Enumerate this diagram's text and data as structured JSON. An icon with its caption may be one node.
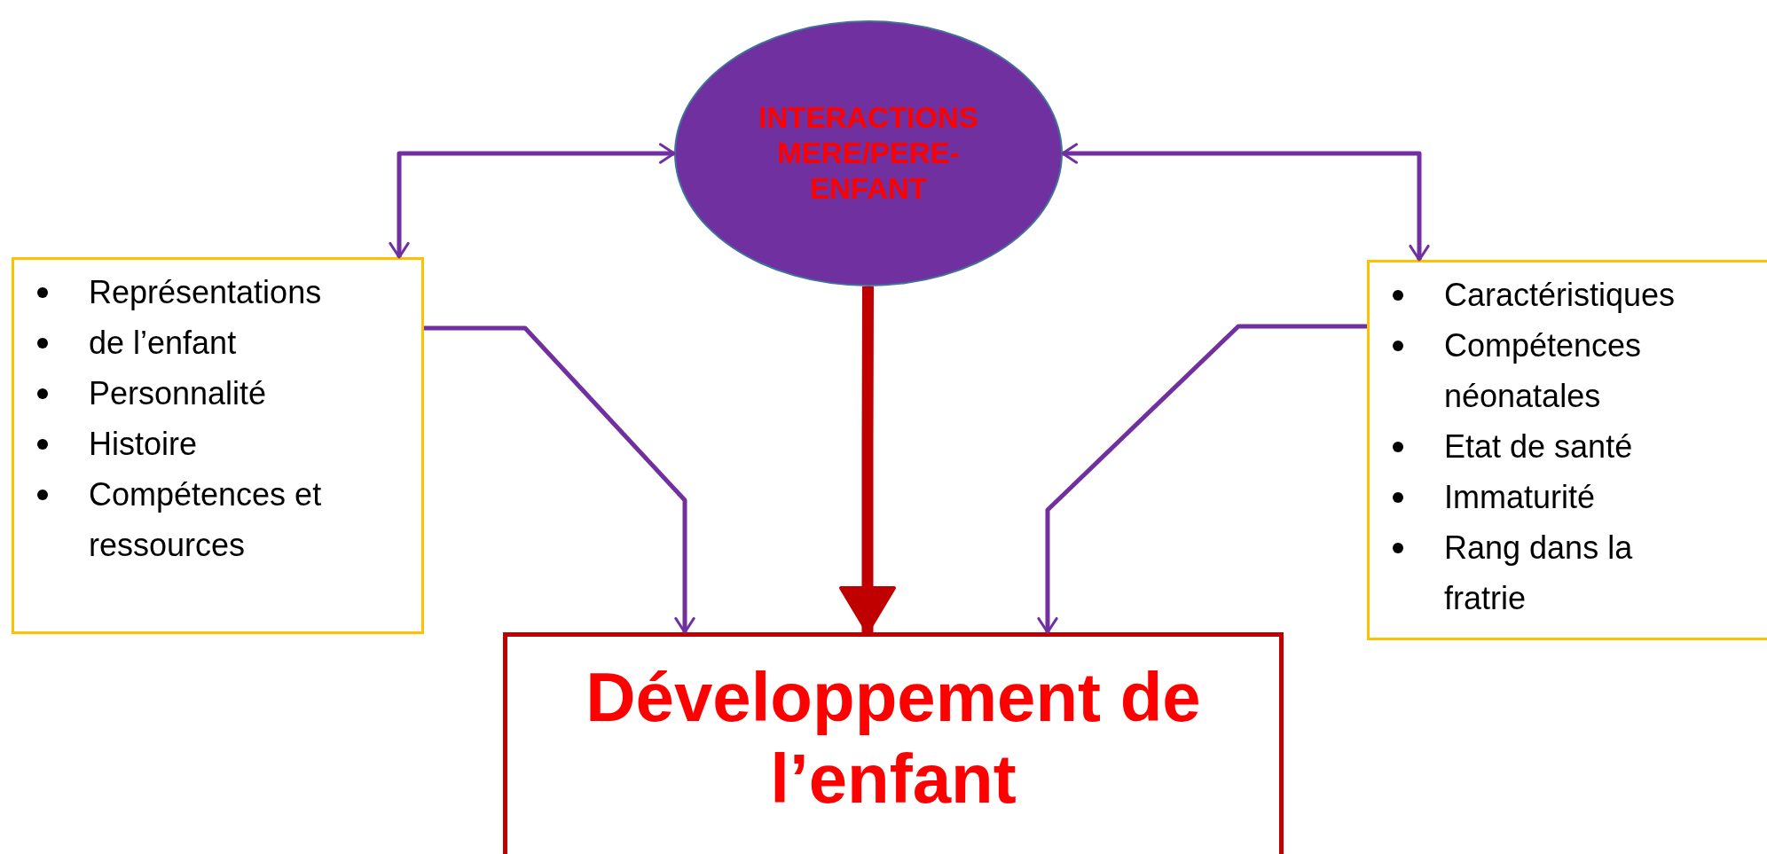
{
  "diagram": {
    "nodes": [
      {
        "text": [
          "INTERACTIONS MERE/PERE-ENFANT"
        ]
      },
      {
        "text": [
          "Représentations",
          "de l’enfant",
          "Personnalité",
          "Histoire",
          "Compétences et ressources"
        ]
      },
      {
        "text": [
          "Caractéristiques",
          "Compétences néonatales",
          "Etat de santé",
          "Immaturité",
          "Rang dans la fratrie"
        ]
      },
      {
        "text": [
          "Développement de l’enfant"
        ]
      }
    ],
    "edges": [
      {
        "from": 1,
        "to": 0,
        "arrow": "both"
      },
      {
        "from": 0,
        "to": 2,
        "arrow": "both"
      },
      {
        "from": 1,
        "to": 3,
        "arrow": "to"
      },
      {
        "from": 0,
        "to": 3,
        "arrow": "to",
        "style": "thick",
        "color": "#c00000"
      },
      {
        "from": 2,
        "to": 3,
        "arrow": "to"
      }
    ]
  }
}
